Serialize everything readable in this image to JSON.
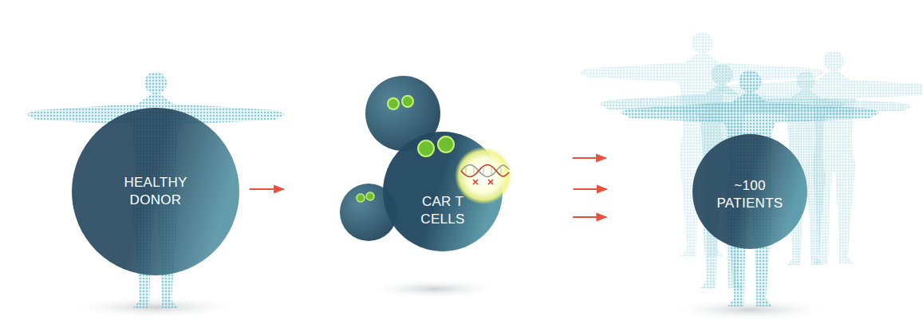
{
  "diagram": {
    "nodes": [
      {
        "text": [
          "HEALTHY DONOR"
        ]
      },
      {
        "text": [
          "CAR T CELLS"
        ]
      },
      {
        "text": [
          "~100 PATIENTS"
        ]
      }
    ],
    "edges": [
      {
        "from": 0,
        "to": 1,
        "arrow": "to"
      },
      {
        "from": 1,
        "to": 2,
        "arrow": "to"
      },
      {
        "from": 1,
        "to": 2,
        "arrow": "to"
      },
      {
        "from": 1,
        "to": 2,
        "arrow": "to"
      }
    ]
  }
}
